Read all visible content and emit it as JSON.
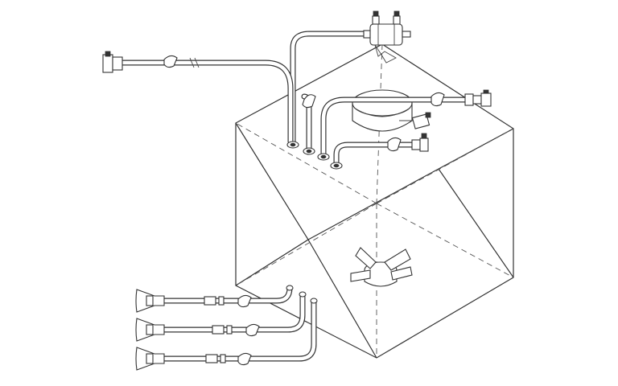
{
  "diagram": {
    "style": "line-art",
    "stroke_color": "#333333",
    "background_color": "#ffffff",
    "components": [
      "tank-body",
      "mixer-impeller",
      "lid-disc",
      "top-port-tubes",
      "filter-capsule",
      "connector-assembly",
      "bottom-outlet-tubes",
      "collection-funnels"
    ]
  }
}
